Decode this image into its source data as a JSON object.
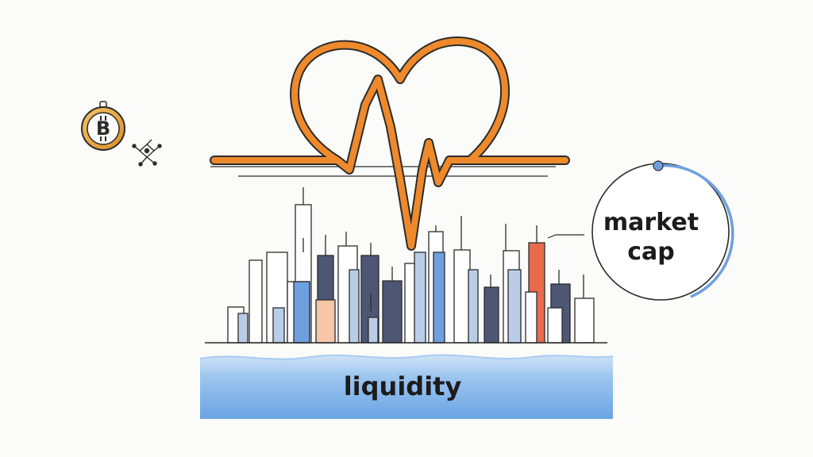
{
  "illustration": {
    "market_cap_line1": "market",
    "market_cap_line2": "cap",
    "liquidity_label": "liquidity",
    "coin_symbol": "B",
    "colors": {
      "heartbeat": "#ee8a2b",
      "outline": "#2b2b2b",
      "navy": "#4d5673",
      "blue": "#6e9fe0",
      "peach": "#f6c6a8",
      "red": "#e86b4d",
      "light_blue": "#b9cde8",
      "water_top": "#bcd9f5",
      "water_bottom": "#6fa8e6",
      "ring": "#6e9fe0",
      "coin": "#e6a63b"
    },
    "icons": [
      "bitcoin-coin-icon",
      "network-node-icon",
      "heartbeat-heart-icon",
      "market-cap-ring-icon"
    ]
  }
}
